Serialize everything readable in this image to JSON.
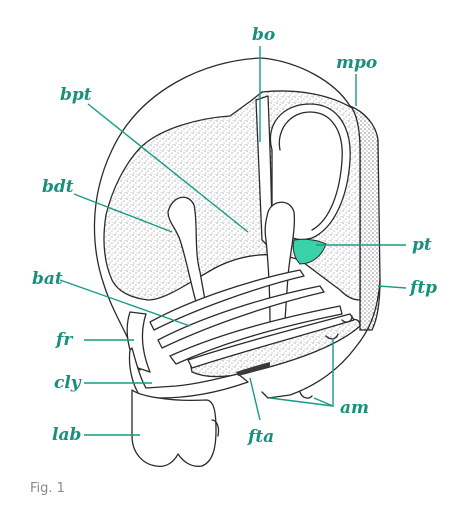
{
  "figure": {
    "caption": "Fig. 1",
    "highlight_color": "#3ad0a8",
    "label_color": "#17917d",
    "labels": {
      "bo": "bo",
      "mpo": "mpo",
      "bpt": "bpt",
      "bdt": "bdt",
      "pt": "pt",
      "bat": "bat",
      "ftp": "ftp",
      "fr": "fr",
      "cly": "cly",
      "am": "am",
      "lab": "lab",
      "fta": "fta"
    }
  }
}
